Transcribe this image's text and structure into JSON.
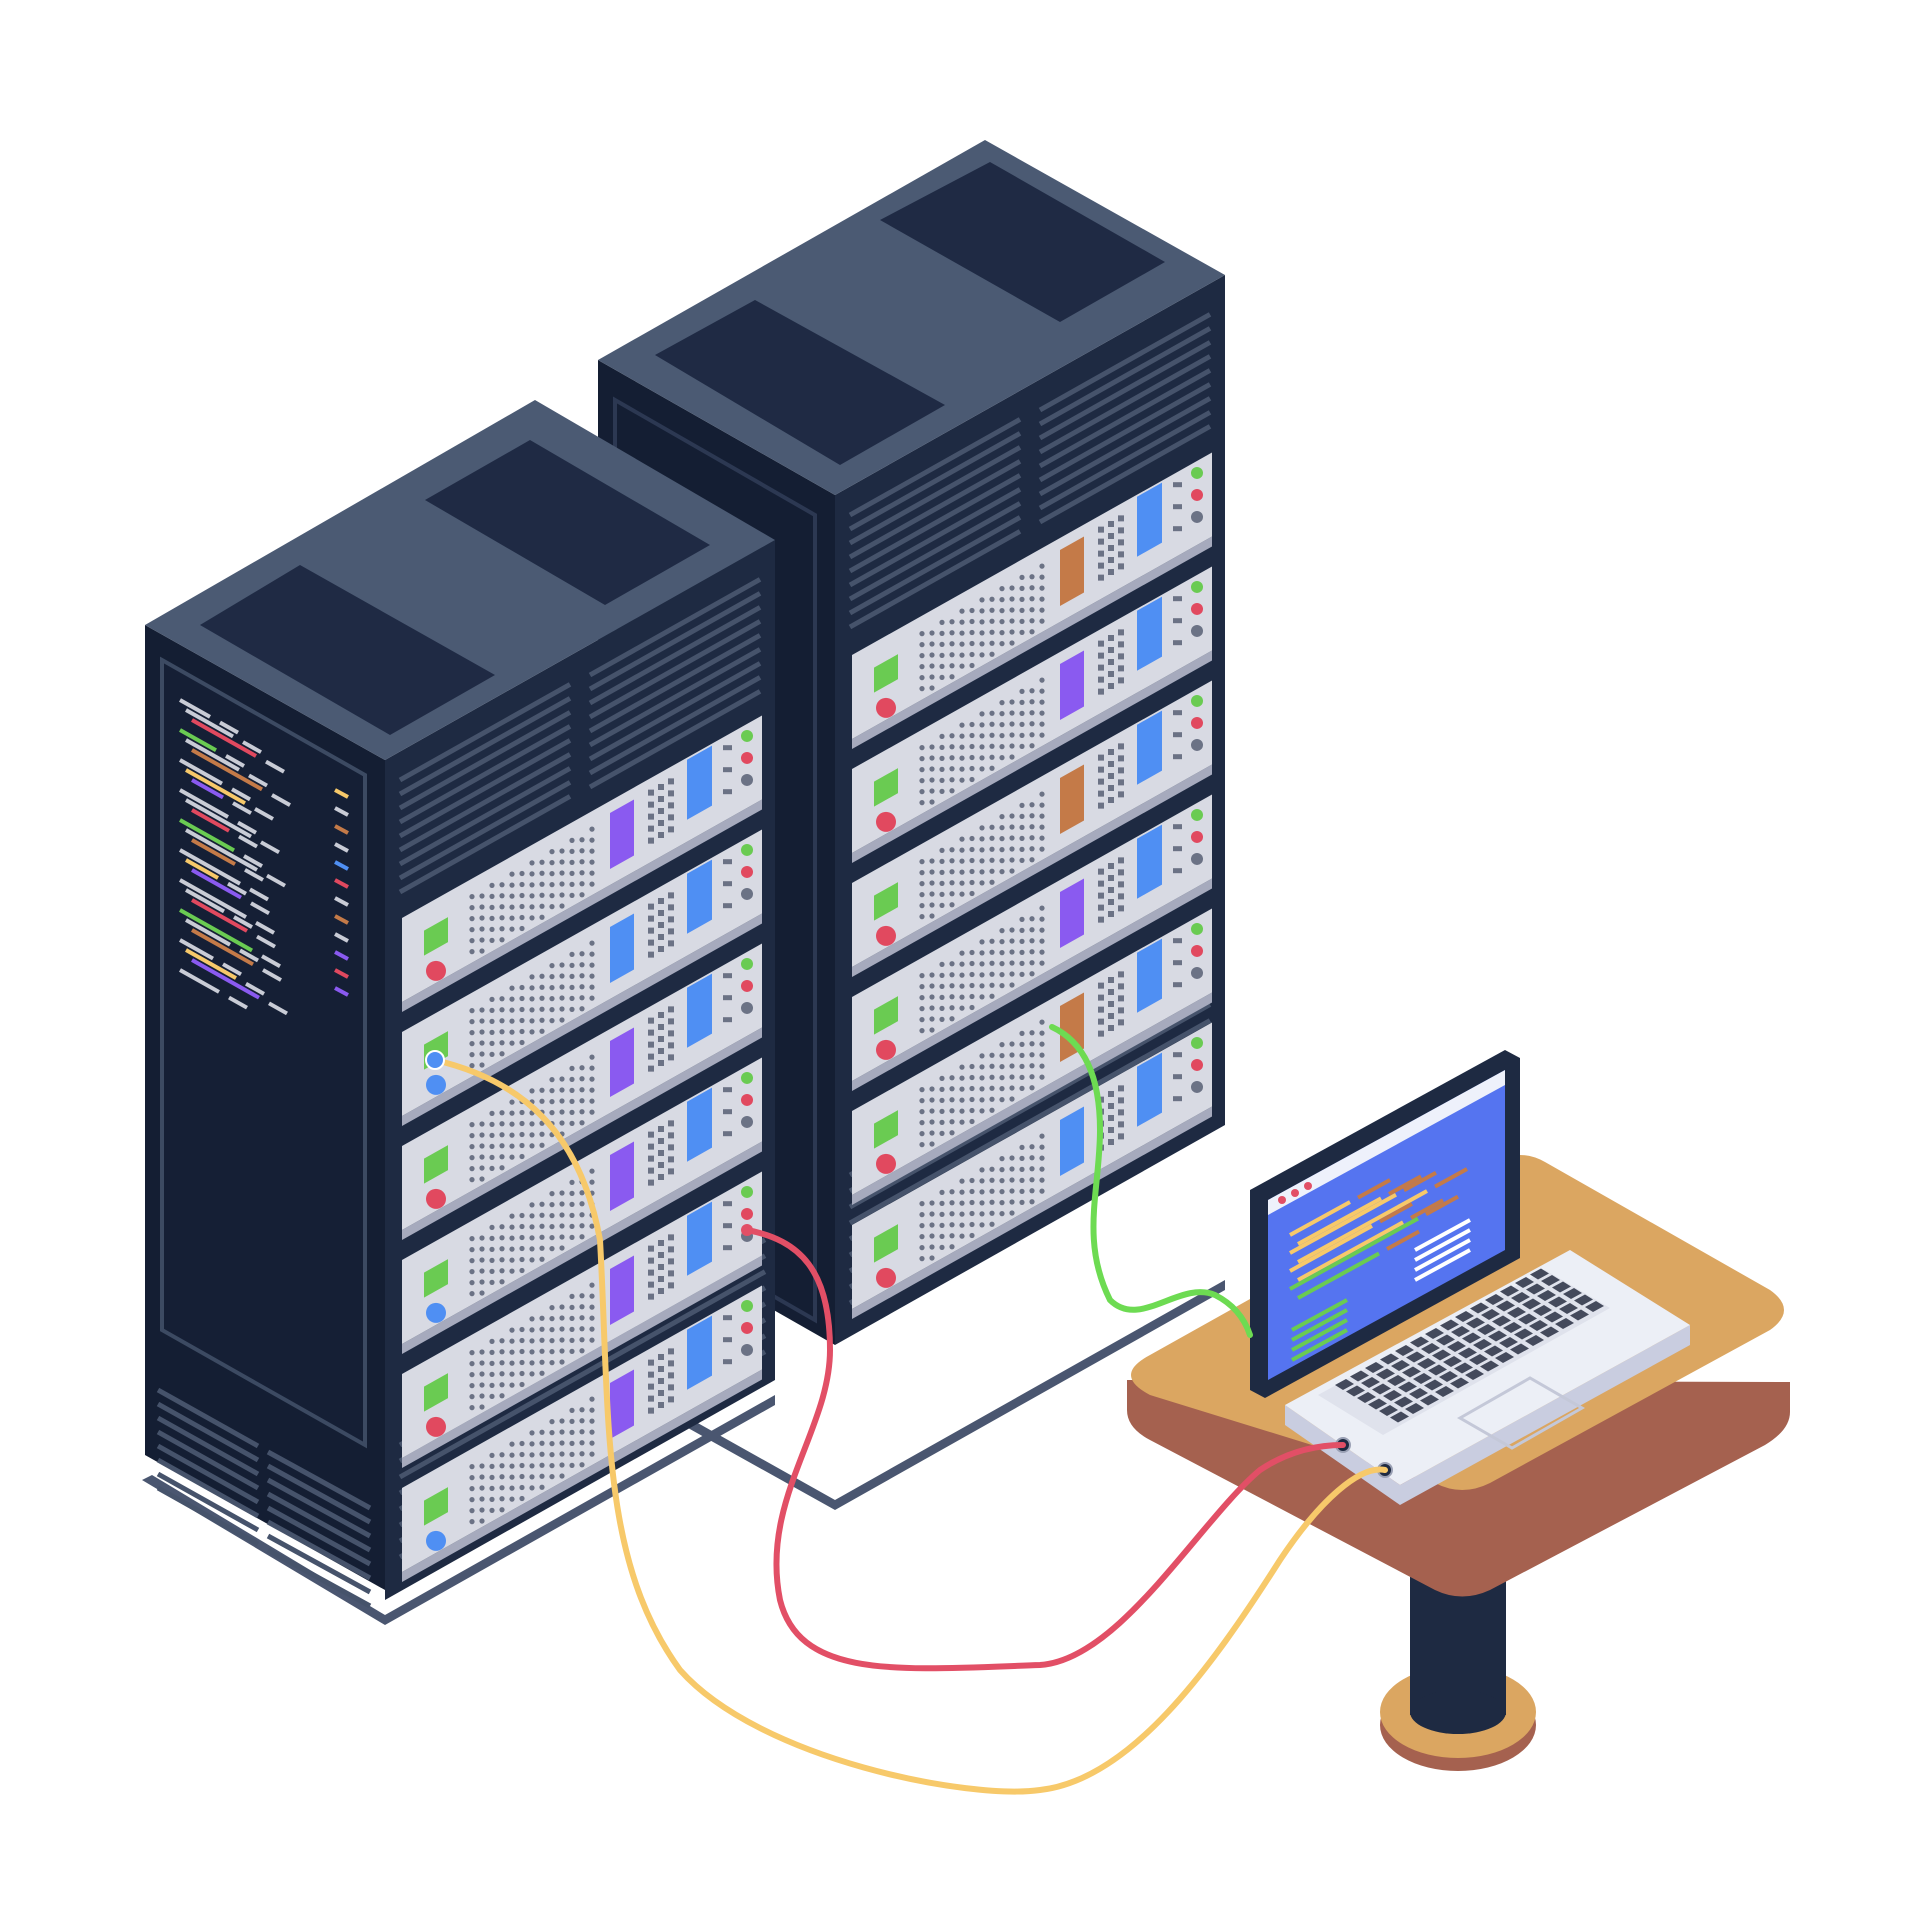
{
  "scene": {
    "icons": [
      "server-rack-icon",
      "server-unit-icon",
      "laptop-icon",
      "table-icon",
      "network-cable-icon"
    ],
    "colors": {
      "background": "#ffffff",
      "rack_top": "#4b5a73",
      "rack_top_inset": "#1f2a44",
      "rack_front": "#1e2a42",
      "rack_side": "#141e33",
      "rack_outline": "#3c4a62",
      "vent_line": "#46536b",
      "unit_face": "#d8dae3",
      "unit_bottom": "#a6aabd",
      "dot": "#6b7285",
      "status_green": "#6acb52",
      "status_red": "#e1495f",
      "status_blue": "#4f8ff3",
      "panel_purple": "#8a5af0",
      "panel_brown": "#c47a48",
      "cable_yellow": "#f7c96a",
      "cable_red": "#e24f66",
      "cable_green": "#6ddb52",
      "table_top": "#dba661",
      "table_side": "#a5614f",
      "table_leg": "#1e2a42",
      "screen_blue": "#5574f0",
      "laptop_base": "#eceff6",
      "key": "#444a5c"
    },
    "server_units": {
      "rack_left": [
        "purple",
        "blue",
        "purple",
        "purple",
        "purple"
      ],
      "rack_right": [
        "brown",
        "purple",
        "brown",
        "purple",
        "brown",
        "blue"
      ]
    },
    "cables": [
      "yellow",
      "red",
      "green"
    ]
  }
}
